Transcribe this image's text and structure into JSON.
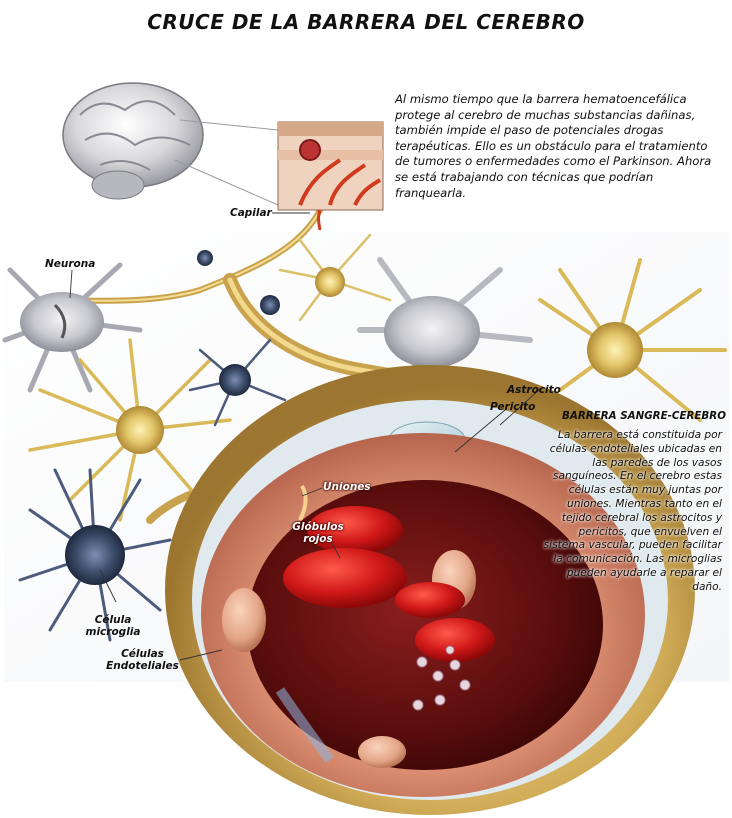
{
  "title": "CRUCE DE LA BARRERA DEL CEREBRO",
  "intro": "Al mismo tiempo que la barrera hematoencefálica protege al cerebro de muchas substancias dañinas, también impide el paso de potenciales drogas terapéuticas. Ello es un obstáculo para el tratamiento de tumores o enfermedades como el Parkinson. Ahora se está trabajando con técnicas que podrían franquearla.",
  "labels": {
    "capilar": "Capilar",
    "neurona": "Neurona",
    "astrocito": "Astrocito",
    "pericito": "Pericito",
    "uniones": "Uniones",
    "globulos": "Glóbulos rojos",
    "microglia": "Célula microglia",
    "endoteliales": "Células Endoteliales"
  },
  "barrier_box": {
    "title": "BARRERA SANGRE-CEREBRO",
    "body": "La barrera está constituida por células endoteliales ubicadas en las paredes de los vasos sanguíneos. En el cerebro estas células están muy juntas por uniones. Mientras tanto en el tejido cerebral los astrocitos y pericitos, que envuelven el sistema vascular, pueden facilitar la comunicación. Las microglias pueden ayudarle a reparar el daño."
  },
  "colors": {
    "astrocyte": "#e3c86a",
    "neuron": "#c9c9d0",
    "microglia": "#3c4a66",
    "endothelium": "#d48a72",
    "blood_cell": "#c41a1a",
    "vessel_wall": "#c9a24e"
  }
}
